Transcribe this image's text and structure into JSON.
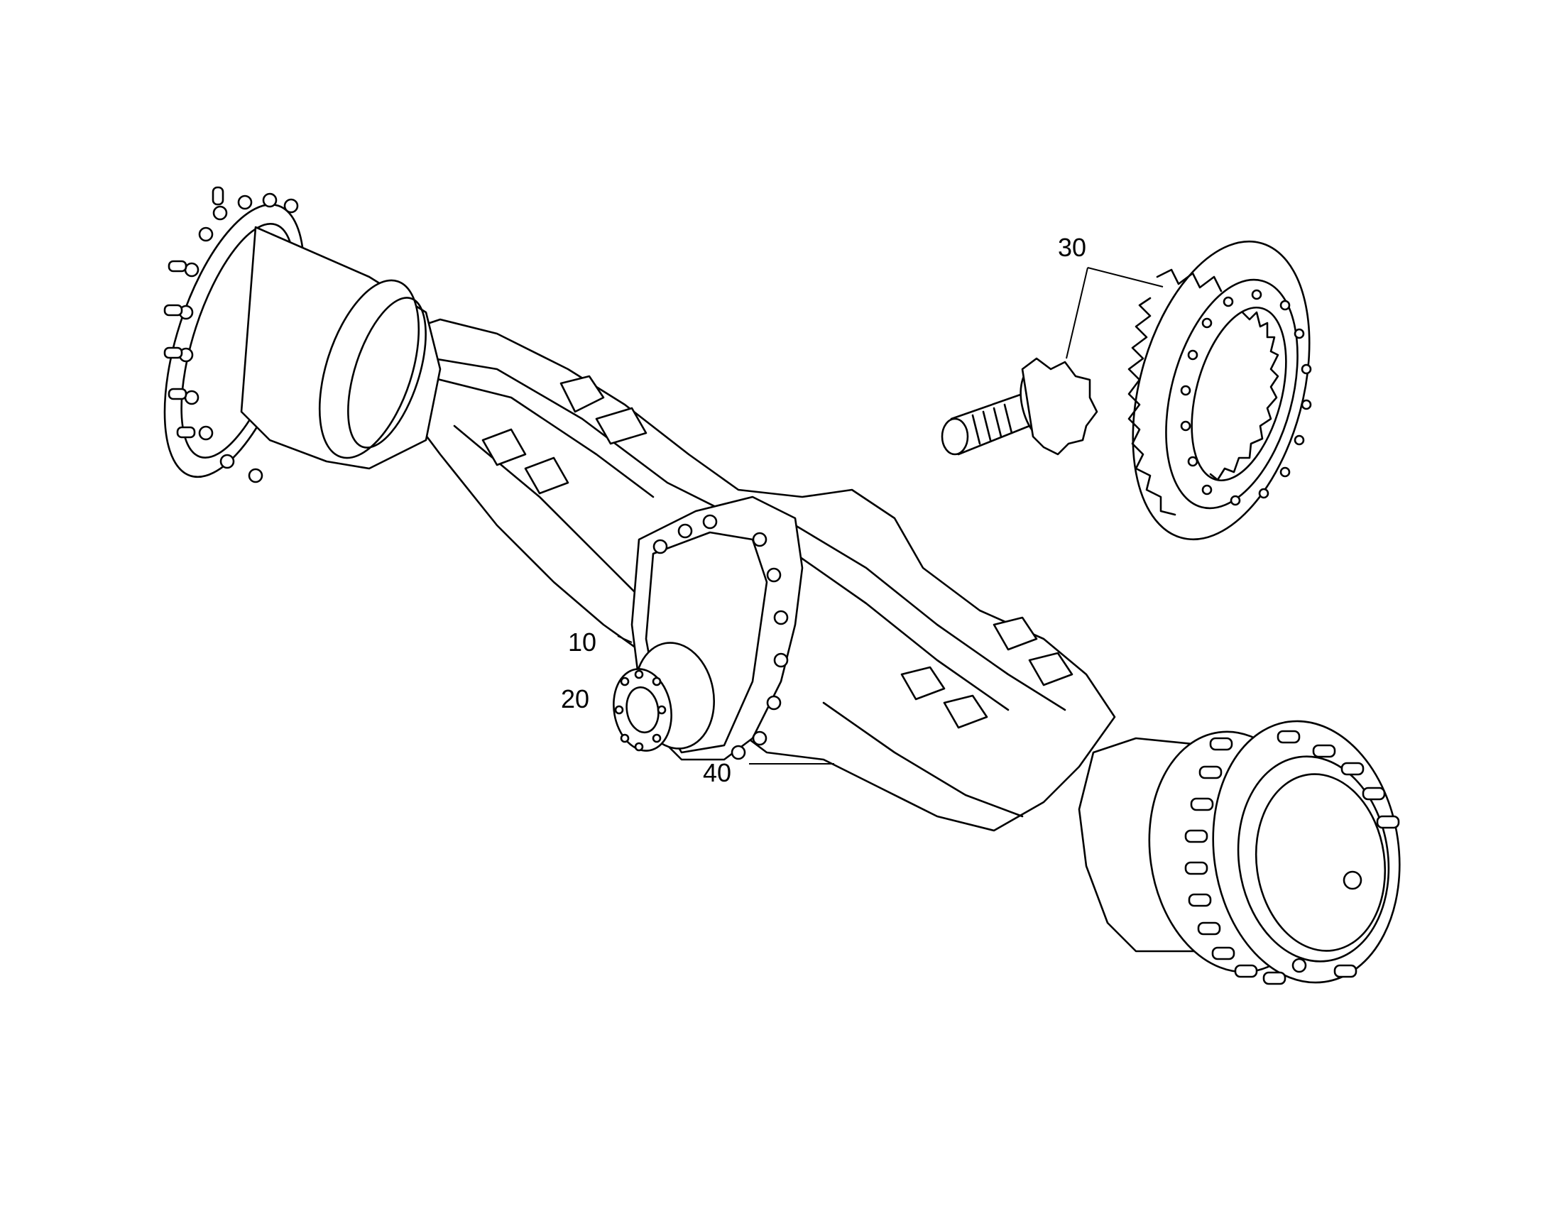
{
  "diagram": {
    "callouts": [
      {
        "id": "c10",
        "label": "10"
      },
      {
        "id": "c20",
        "label": "20"
      },
      {
        "id": "c30",
        "label": "30"
      },
      {
        "id": "c40",
        "label": "40"
      }
    ],
    "colors": {
      "line": "#000000",
      "background": "#ffffff"
    }
  }
}
